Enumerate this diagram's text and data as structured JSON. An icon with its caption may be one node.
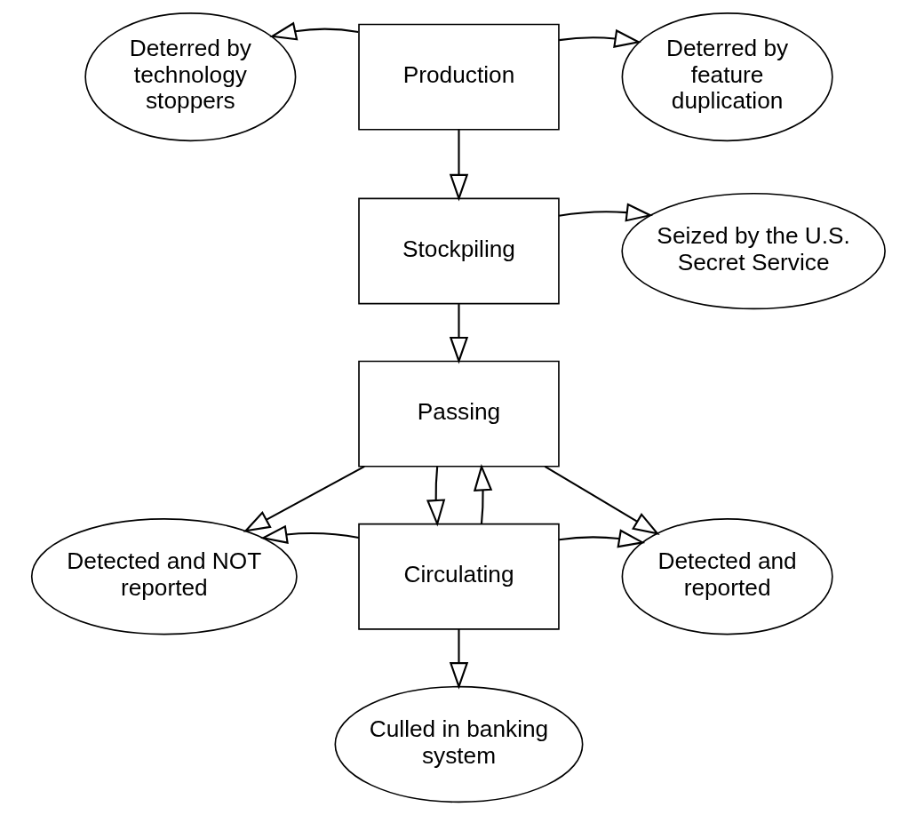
{
  "diagram": {
    "nodes": [
      {
        "text": [
          "Deterred by technology stoppers"
        ]
      },
      {
        "text": [
          "Production"
        ]
      },
      {
        "text": [
          "Deterred by feature duplication"
        ]
      },
      {
        "text": [
          "Seized by the U.S. Secret Service"
        ]
      },
      {
        "text": [
          "Stockpiling"
        ]
      },
      {
        "text": [
          "Passing"
        ]
      },
      {
        "text": [
          "Detected and NOT reported"
        ]
      },
      {
        "text": [
          "Circulating"
        ]
      },
      {
        "text": [
          "Detected and reported"
        ]
      },
      {
        "text": [
          "Culled in banking system"
        ]
      }
    ],
    "edges": [
      {
        "from": 1,
        "to": 0,
        "arrow": "to"
      },
      {
        "from": 1,
        "to": 2,
        "arrow": "to"
      },
      {
        "from": 1,
        "to": 4,
        "arrow": "to"
      },
      {
        "from": 4,
        "to": 3,
        "arrow": "to"
      },
      {
        "from": 4,
        "to": 5,
        "arrow": "to"
      },
      {
        "from": 5,
        "to": 6,
        "arrow": "to"
      },
      {
        "from": 5,
        "to": 8,
        "arrow": "to"
      },
      {
        "from": 5,
        "to": 7,
        "arrow": "to"
      },
      {
        "from": 7,
        "to": 5,
        "arrow": "to"
      },
      {
        "from": 7,
        "to": 6,
        "arrow": "to"
      },
      {
        "from": 7,
        "to": 8,
        "arrow": "to"
      },
      {
        "from": 7,
        "to": 9,
        "arrow": "to"
      }
    ]
  }
}
